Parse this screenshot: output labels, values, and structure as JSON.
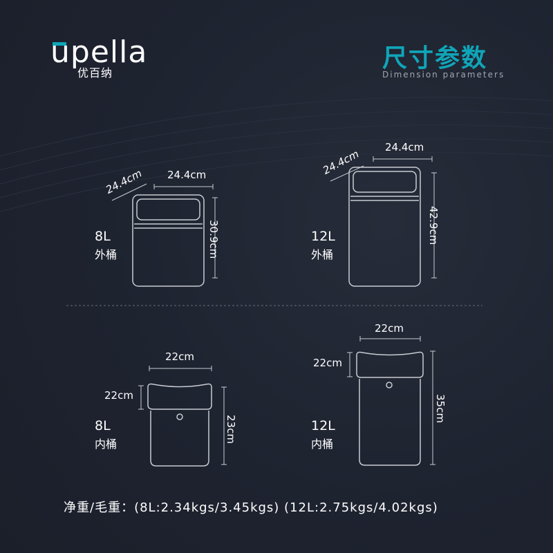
{
  "brand": {
    "logo_text": "upella",
    "subtitle": "优百纳"
  },
  "header": {
    "title_cn": "尺寸参数",
    "title_en": "Dimension parameters"
  },
  "bins": {
    "outer_8l": {
      "capacity": "8L",
      "type": "外桶",
      "width": "24.4cm",
      "depth": "24.4cm",
      "height": "30.9cm"
    },
    "outer_12l": {
      "capacity": "12L",
      "type": "外桶",
      "width": "24.4cm",
      "depth": "24.4cm",
      "height": "42.9cm"
    },
    "inner_8l": {
      "capacity": "8L",
      "type": "内桶",
      "width": "22cm",
      "depth": "22cm",
      "height": "23cm"
    },
    "inner_12l": {
      "capacity": "12L",
      "type": "内桶",
      "width": "22cm",
      "depth": "22cm",
      "height": "35cm"
    }
  },
  "footer": {
    "weights": "净重/毛重：(8L:2.34kgs/3.45kgs) (12L:2.75kgs/4.02kgs)"
  },
  "colors": {
    "background": "#1f2430",
    "accent": "#10a5b8",
    "line": "#c9ccd2"
  }
}
